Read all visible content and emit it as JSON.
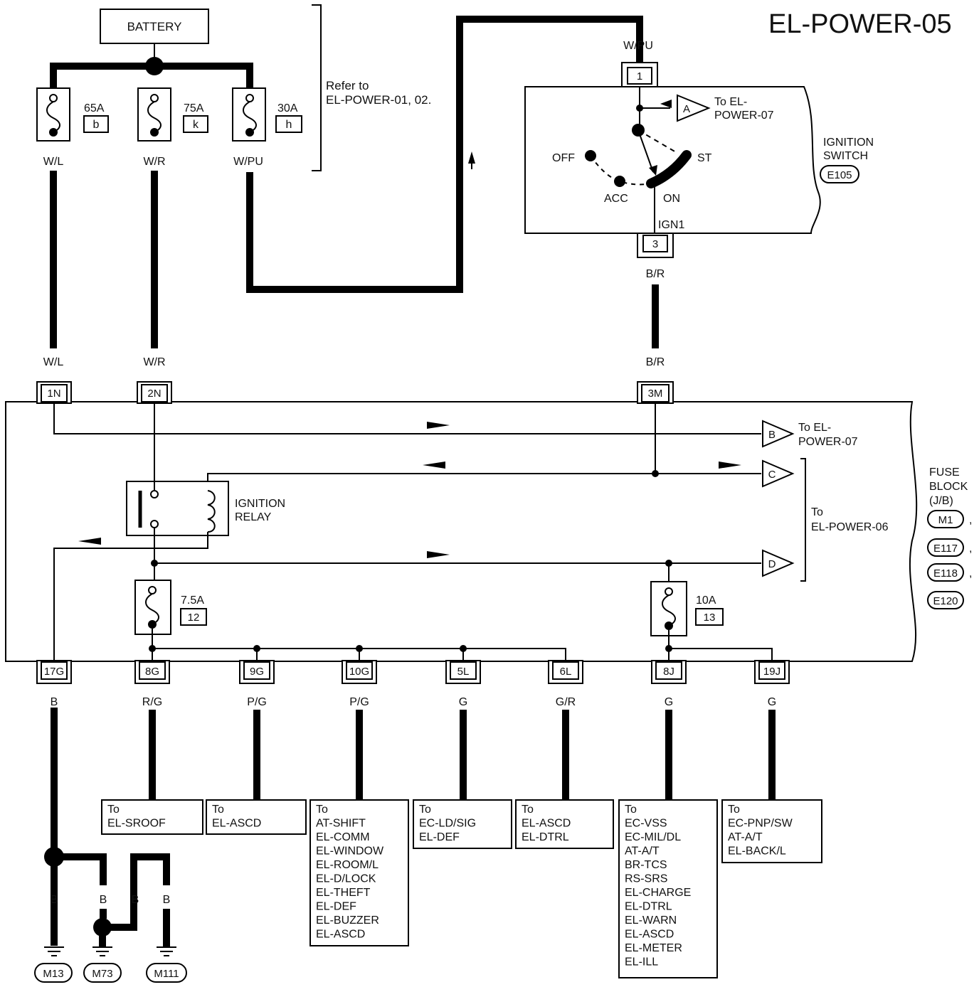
{
  "page_id": "EL-POWER-05",
  "battery": {
    "label": "BATTERY"
  },
  "refer_note": {
    "line1": "Refer to",
    "line2": "EL-POWER-01, 02."
  },
  "fusible_links": [
    {
      "rating": "65A",
      "code": "b",
      "wire_top": "W/L",
      "wire_mid": "W/L"
    },
    {
      "rating": "75A",
      "code": "k",
      "wire_top": "W/R",
      "wire_mid": "W/R"
    },
    {
      "rating": "30A",
      "code": "h",
      "wire_top": "W/PU"
    }
  ],
  "ignition_switch": {
    "label_line1": "IGNITION",
    "label_line2": "SWITCH",
    "connector": "E105",
    "input_wire": "W/PU",
    "input_terminal": "1",
    "output_label": "IGN1",
    "output_terminal": "3",
    "output_wire_top": "B/R",
    "output_wire_bottom": "B/R",
    "positions": {
      "off": "OFF",
      "acc": "ACC",
      "on": "ON",
      "st": "ST"
    },
    "ref_a": {
      "letter": "A",
      "line1": "To EL-",
      "line2": "POWER-07"
    }
  },
  "fuse_block": {
    "label_line1": "FUSE",
    "label_line2": "BLOCK",
    "label_line3": "(J/B)",
    "connectors": [
      "M1",
      "E117",
      "E118",
      "E120"
    ],
    "sep": ",",
    "top_terminals": [
      "1N",
      "2N",
      "3M"
    ],
    "ref_b": {
      "letter": "B",
      "line1": "To EL-",
      "line2": "POWER-07"
    },
    "ref_c": {
      "letter": "C"
    },
    "ref_d": {
      "letter": "D"
    },
    "ref_cd": {
      "line1": "To",
      "line2": "EL-POWER-06"
    },
    "relay": {
      "line1": "IGNITION",
      "line2": "RELAY"
    },
    "fuse_12": {
      "rating": "7.5A",
      "number": "12"
    },
    "fuse_13": {
      "rating": "10A",
      "number": "13"
    }
  },
  "outputs": [
    {
      "terminal": "17G",
      "wire": "B"
    },
    {
      "terminal": "8G",
      "wire": "R/G",
      "dest": [
        "To",
        "EL-SROOF"
      ]
    },
    {
      "terminal": "9G",
      "wire": "P/G",
      "dest": [
        "To",
        "EL-ASCD"
      ]
    },
    {
      "terminal": "10G",
      "wire": "P/G",
      "dest": [
        "To",
        "AT-SHIFT",
        "EL-COMM",
        "EL-WINDOW",
        "EL-ROOM/L",
        "EL-D/LOCK",
        "EL-THEFT",
        "EL-DEF",
        "EL-BUZZER",
        "EL-ASCD"
      ]
    },
    {
      "terminal": "5L",
      "wire": "G",
      "dest": [
        "To",
        "EC-LD/SIG",
        "EL-DEF"
      ]
    },
    {
      "terminal": "6L",
      "wire": "G/R",
      "dest": [
        "To",
        "EL-ASCD",
        "EL-DTRL"
      ]
    },
    {
      "terminal": "8J",
      "wire": "G",
      "dest": [
        "To",
        "EC-VSS",
        "EC-MIL/DL",
        "AT-A/T",
        "BR-TCS",
        "RS-SRS",
        "EL-CHARGE",
        "EL-DTRL",
        "EL-WARN",
        "EL-ASCD",
        "EL-METER",
        "EL-ILL"
      ]
    },
    {
      "terminal": "19J",
      "wire": "G",
      "dest": [
        "To",
        "EC-PNP/SW",
        "AT-A/T",
        "EL-BACK/L"
      ]
    }
  ],
  "grounds": [
    {
      "wire": "B",
      "connector": "M13"
    },
    {
      "wire": "B",
      "connector": "M73"
    },
    {
      "wire": "B",
      "connector": "M111"
    }
  ],
  "ground_extra_wire": "B"
}
